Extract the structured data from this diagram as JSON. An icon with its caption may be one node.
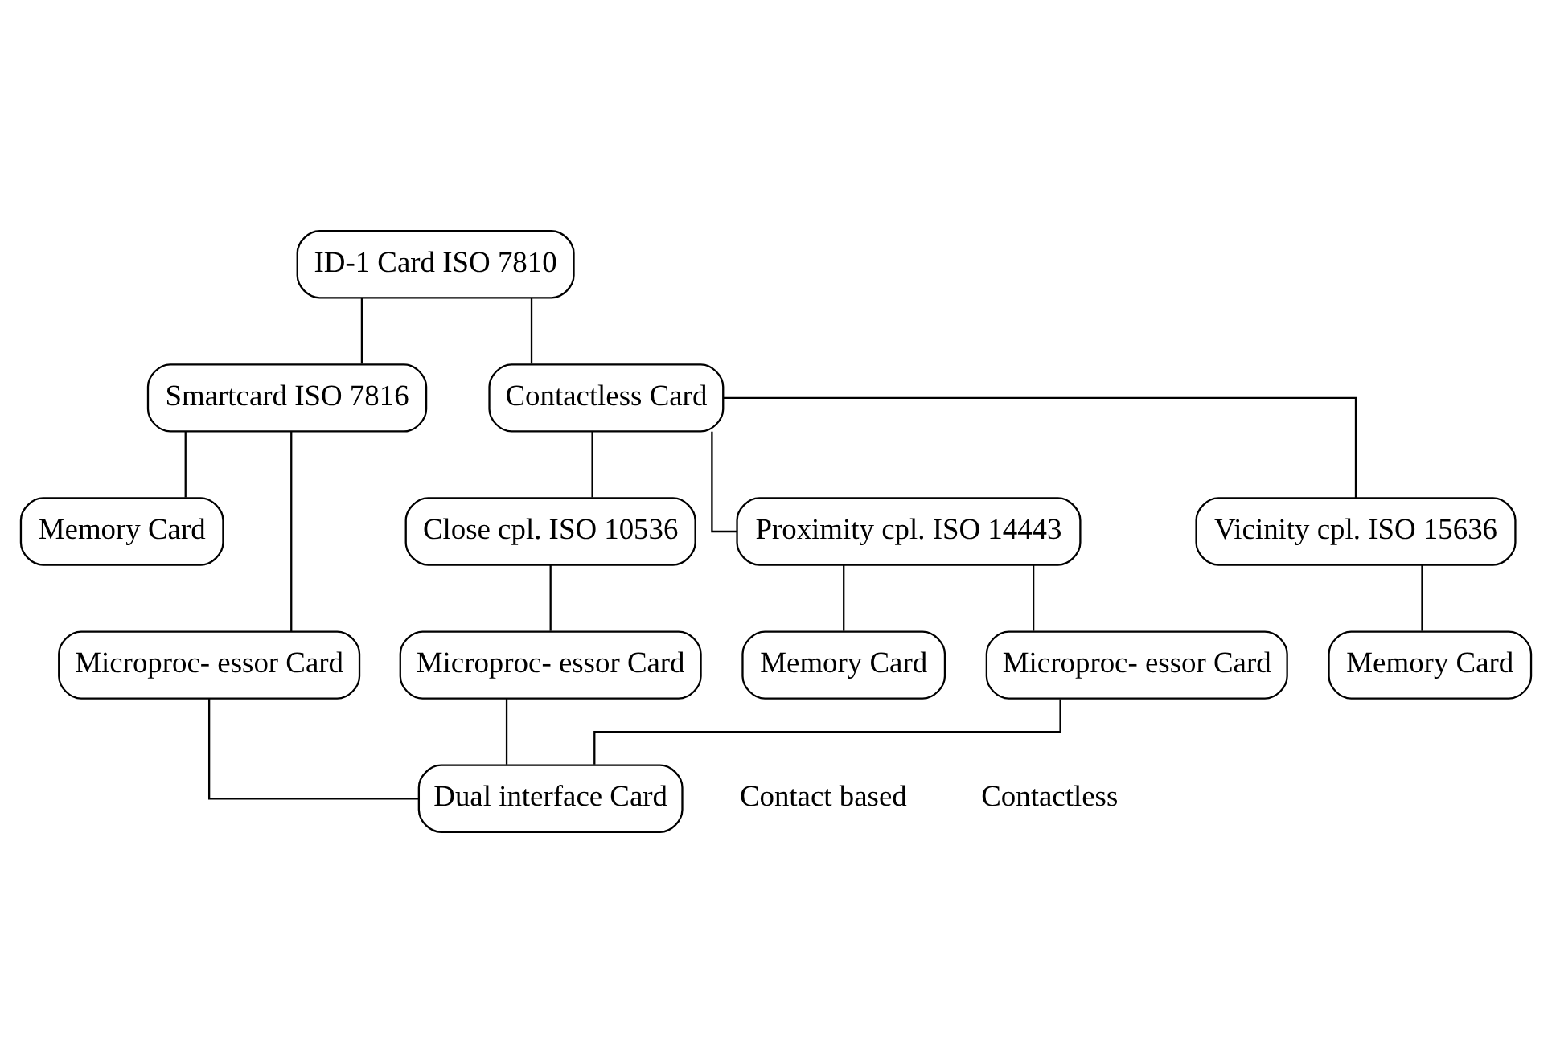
{
  "diagram": {
    "nodes": [
      {
        "text": [
          "ID-1 Card ISO 7810"
        ]
      },
      {
        "text": [
          "Smartcard ISO 7816"
        ]
      },
      {
        "text": [
          "Contactless Card"
        ]
      },
      {
        "text": [
          "Close cpl. ISO 10536"
        ]
      },
      {
        "text": [
          "Proximity cpl. ISO 14443"
        ]
      },
      {
        "text": [
          "Vicinity cpl. ISO 15636"
        ]
      },
      {
        "text": [
          "Memory Card"
        ]
      },
      {
        "text": [
          "Microproc- essor Card"
        ]
      },
      {
        "text": [
          "Microproc- essor Card"
        ]
      },
      {
        "text": [
          "Memory Card"
        ]
      },
      {
        "text": [
          "Microproc- essor Card"
        ]
      },
      {
        "text": [
          "Memory Card"
        ]
      },
      {
        "text": [
          "Dual interface Card"
        ]
      }
    ],
    "edges": [
      {
        "from": 0,
        "to": 1,
        "arrow": "none"
      },
      {
        "from": 0,
        "to": 2,
        "arrow": "none"
      },
      {
        "from": 1,
        "to": 6,
        "arrow": "none"
      },
      {
        "from": 1,
        "to": 7,
        "arrow": "none"
      },
      {
        "from": 2,
        "to": 3,
        "arrow": "none"
      },
      {
        "from": 2,
        "to": 4,
        "arrow": "none"
      },
      {
        "from": 2,
        "to": 5,
        "arrow": "none"
      },
      {
        "from": 3,
        "to": 8,
        "arrow": "none"
      },
      {
        "from": 4,
        "to": 9,
        "arrow": "none"
      },
      {
        "from": 4,
        "to": 10,
        "arrow": "none"
      },
      {
        "from": 5,
        "to": 11,
        "arrow": "none"
      },
      {
        "from": 7,
        "to": 12,
        "arrow": "none"
      },
      {
        "from": 8,
        "to": 12,
        "arrow": "none"
      },
      {
        "from": 10,
        "to": 12,
        "arrow": "none"
      }
    ],
    "labels": [
      "Contact based",
      "Contactless"
    ]
  }
}
